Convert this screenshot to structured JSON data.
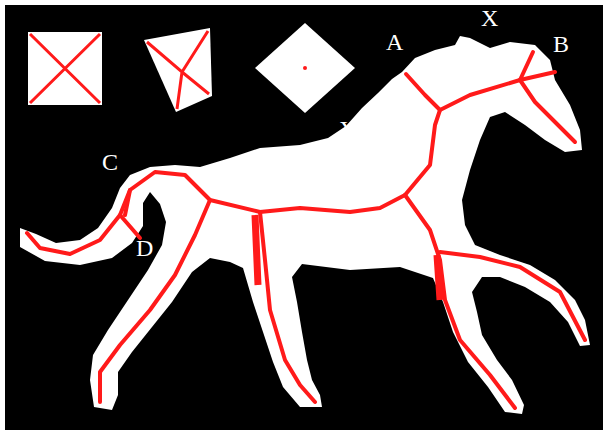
{
  "diagram": {
    "labels": [
      "A",
      "X",
      "B",
      "Y",
      "C",
      "D"
    ]
  }
}
